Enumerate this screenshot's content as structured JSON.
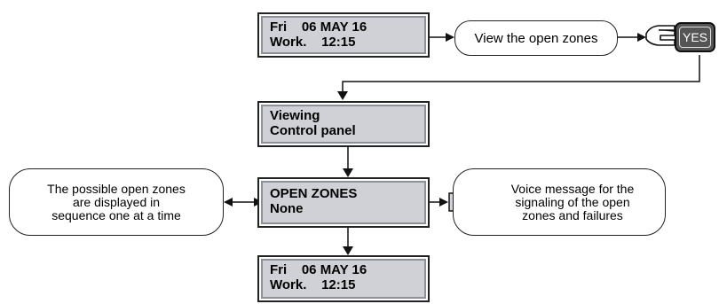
{
  "display_top": {
    "line1": "Fri    06 MAY 16",
    "line2": "Work.    12:15"
  },
  "view_open_zones": "View the open zones",
  "yes_key": "YES",
  "display_viewing": {
    "line1": "Viewing",
    "line2": "Control panel"
  },
  "display_open_zones": {
    "line1": "OPEN ZONES",
    "line2": "None"
  },
  "left_note": [
    "The possible open zones",
    "are displayed in",
    "sequence one at a time"
  ],
  "right_note": [
    "Voice message for the",
    "signaling of the open",
    "zones and failures"
  ],
  "display_bottom": {
    "line1": "Fri    06 MAY 16",
    "line2": "Work.    12:15"
  },
  "icons": {
    "hand": "pointing-hand-icon",
    "speaker": "speaker-icon"
  }
}
